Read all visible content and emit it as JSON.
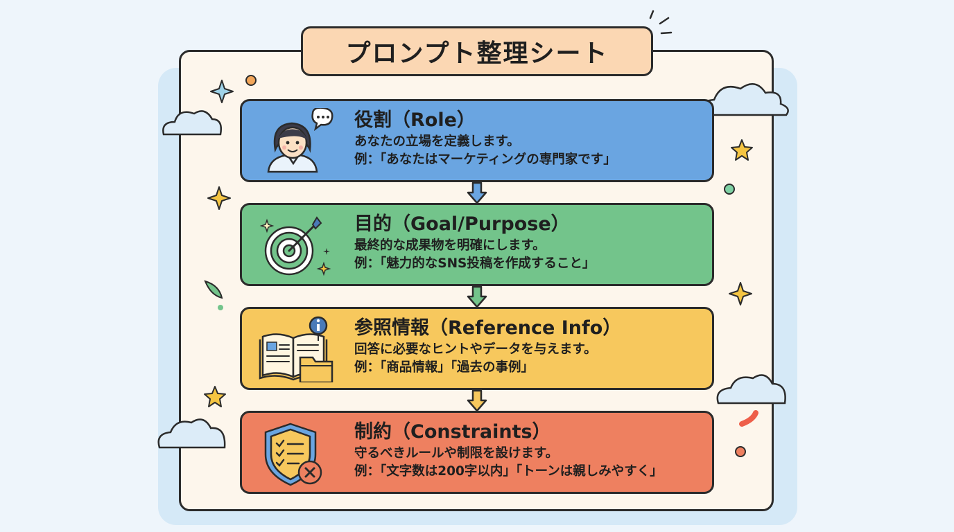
{
  "title": "プロンプト整理シート",
  "cards": [
    {
      "heading": "役割（Role）",
      "description": "あなたの立場を定義します。",
      "example": "例：「あなたはマーケティングの専門家です」",
      "icon": "person-speech-icon",
      "color": "#6aa5e1"
    },
    {
      "heading": "目的（Goal/Purpose）",
      "description": "最終的な成果物を明確にします。",
      "example": "例：「魅力的なSNS投稿を作成すること」",
      "icon": "target-arrow-icon",
      "color": "#73c48b"
    },
    {
      "heading": "参照情報（Reference Info）",
      "description": "回答に必要なヒントやデータを与えます。",
      "example": "例：「商品情報」「過去の事例」",
      "icon": "book-folder-info-icon",
      "color": "#f7c85d"
    },
    {
      "heading": "制約（Constraints）",
      "description": "守るべきルールや制限を設けます。",
      "example": "例：「文字数は200字以内」「トーンは親しみやすく」",
      "icon": "shield-checklist-icon",
      "color": "#ee8060"
    }
  ]
}
